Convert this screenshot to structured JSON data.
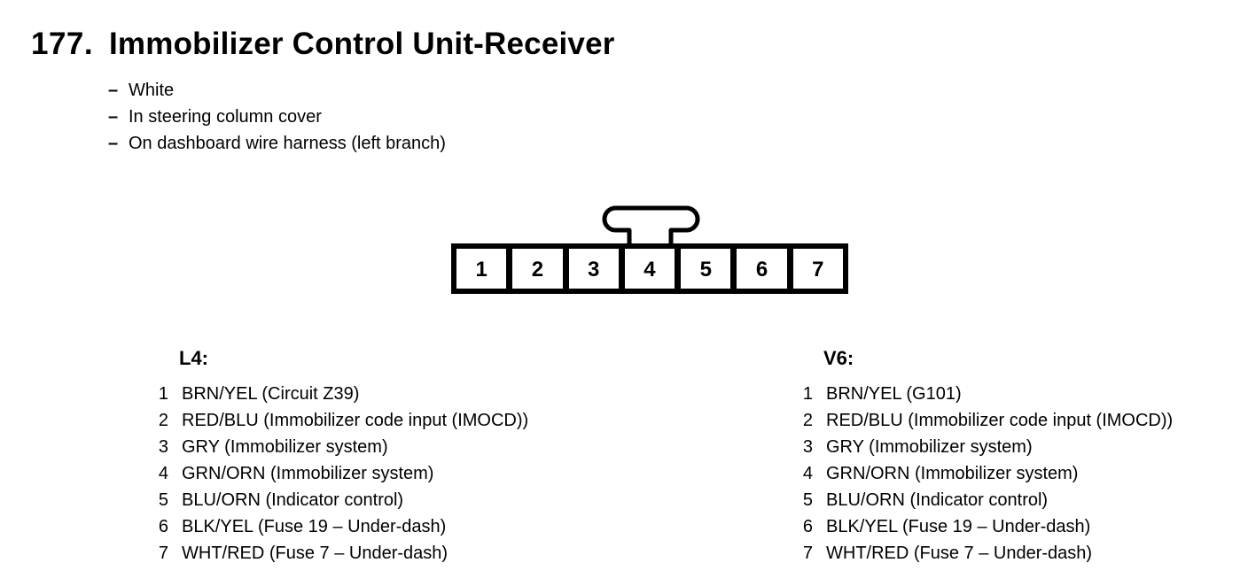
{
  "page": {
    "section_number": "177.",
    "title": "Immobilizer Control Unit-Receiver",
    "bullet_marker": "–",
    "bullets": [
      "White",
      "In steering column cover",
      "On dashboard wire harness (left branch)"
    ]
  },
  "connector": {
    "description": "7-cavity connector, lock tab above cavity 4",
    "pins": [
      "1",
      "2",
      "3",
      "4",
      "5",
      "6",
      "7"
    ]
  },
  "pinouts": [
    {
      "heading": "L4:",
      "pins": [
        {
          "num": "1",
          "label": "BRN/YEL (Circuit Z39)"
        },
        {
          "num": "2",
          "label": "RED/BLU (Immobilizer code input (IMOCD))"
        },
        {
          "num": "3",
          "label": "GRY (Immobilizer system)"
        },
        {
          "num": "4",
          "label": "GRN/ORN (Immobilizer system)"
        },
        {
          "num": "5",
          "label": "BLU/ORN (Indicator control)"
        },
        {
          "num": "6",
          "label": "BLK/YEL (Fuse 19 – Under-dash)"
        },
        {
          "num": "7",
          "label": "WHT/RED (Fuse 7 – Under-dash)"
        }
      ]
    },
    {
      "heading": "V6:",
      "pins": [
        {
          "num": "1",
          "label": "BRN/YEL (G101)"
        },
        {
          "num": "2",
          "label": "RED/BLU (Immobilizer code input (IMOCD))"
        },
        {
          "num": "3",
          "label": "GRY (Immobilizer system)"
        },
        {
          "num": "4",
          "label": "GRN/ORN (Immobilizer system)"
        },
        {
          "num": "5",
          "label": "BLU/ORN (Indicator control)"
        },
        {
          "num": "6",
          "label": "BLK/YEL (Fuse 19 – Under-dash)"
        },
        {
          "num": "7",
          "label": "WHT/RED (Fuse 7 – Under-dash)"
        }
      ]
    }
  ],
  "colors": {
    "ink": "#000000",
    "paper": "#ffffff"
  }
}
